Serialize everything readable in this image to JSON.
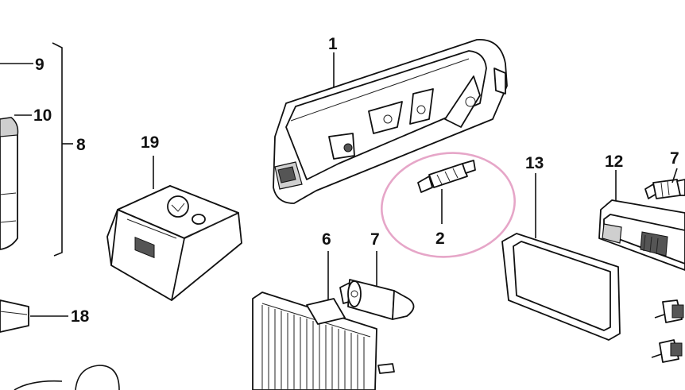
{
  "labels": {
    "p1": "1",
    "p2": "2",
    "p6": "6",
    "p7a": "7",
    "p7b": "7",
    "p8": "8",
    "p9": "9",
    "p10": "10",
    "p12": "12",
    "p13": "13",
    "p18": "18",
    "p19": "19"
  },
  "colors": {
    "highlight": "#e6a6c8",
    "line": "#111111",
    "background": "#ffffff"
  }
}
